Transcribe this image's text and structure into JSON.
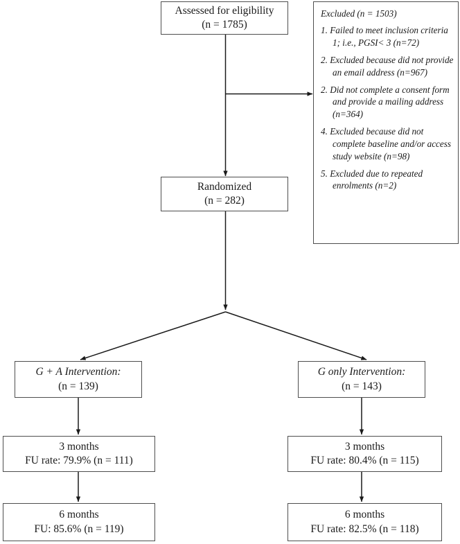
{
  "diagram": {
    "type": "consort-flow-diagram",
    "line_color": "#1a1a1a",
    "border_color": "#4d4d4d",
    "background": "#ffffff"
  },
  "nodes": {
    "assessed": {
      "line1": "Assessed for eligibility",
      "line2": "(n = 1785)"
    },
    "randomized": {
      "line1": "Randomized",
      "line2": "(n = 282)"
    },
    "excluded": {
      "title": "Excluded (n = 1503)",
      "items": [
        "1. Failed to meet inclusion criteria 1; i.e., PGSI< 3 (n=72)",
        "2. Excluded because did not provide an email address (n=967)",
        "2. Did not complete a consent form and provide a mailing address (n=364)",
        "4. Excluded because did not complete baseline and/or access study website (n=98)",
        "5. Excluded due to repeated enrolments (n=2)"
      ]
    },
    "ga_intervention": {
      "line1": "G + A Intervention:",
      "line2": "(n = 139)"
    },
    "g_intervention": {
      "line1": "G only Intervention:",
      "line2": "(n = 143)"
    },
    "left_3m": {
      "line1": "3 months",
      "line2": "FU rate: 79.9% (n = 111)"
    },
    "right_3m": {
      "line1": "3 months",
      "line2": "FU rate: 80.4% (n = 115)"
    },
    "left_6m": {
      "line1": "6 months",
      "line2": "FU: 85.6% (n = 119)"
    },
    "right_6m": {
      "line1": "6 months",
      "line2": "FU rate: 82.5% (n = 118)"
    }
  }
}
